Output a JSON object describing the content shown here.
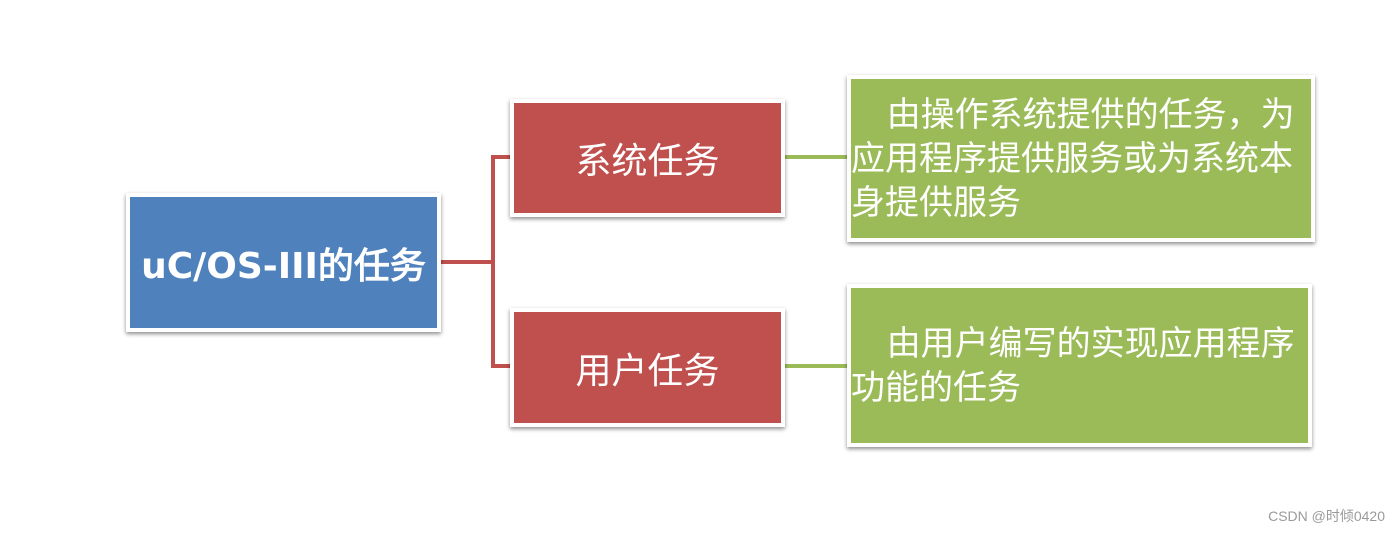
{
  "diagram": {
    "root": {
      "label": "uC/OS-III的任务"
    },
    "branches": [
      {
        "label": "系统任务",
        "description": "由操作系统提供的任务，为应用程序提供服务或为系统本身提供服务"
      },
      {
        "label": "用户任务",
        "description": "由用户编写的实现应用程序功能的任务"
      }
    ]
  },
  "colors": {
    "root": "#4f81bd",
    "branch": "#c0504d",
    "description": "#9bbb59",
    "root_connector": "#c0504d",
    "description_connector": "#9bbb59"
  },
  "watermark": {
    "text": "CSDN @时倾0420"
  }
}
